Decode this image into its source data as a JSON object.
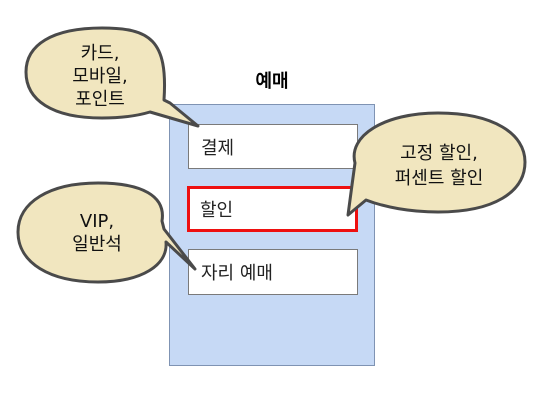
{
  "panel": {
    "title": "예매",
    "items": [
      {
        "label": "결제",
        "selected": false
      },
      {
        "label": "할인",
        "selected": true
      },
      {
        "label": "자리 예매",
        "selected": false
      }
    ]
  },
  "callouts": [
    {
      "lines": [
        "카드,",
        "모바일,",
        "포인트"
      ]
    },
    {
      "lines": [
        "VIP,",
        "일반석"
      ]
    },
    {
      "lines": [
        "고정 할인,",
        "퍼센트 할인"
      ]
    }
  ],
  "colors": {
    "panel_fill": "#c6d9f5",
    "bubble_fill": "#f1e6bf",
    "selected_border": "#ee1010"
  }
}
